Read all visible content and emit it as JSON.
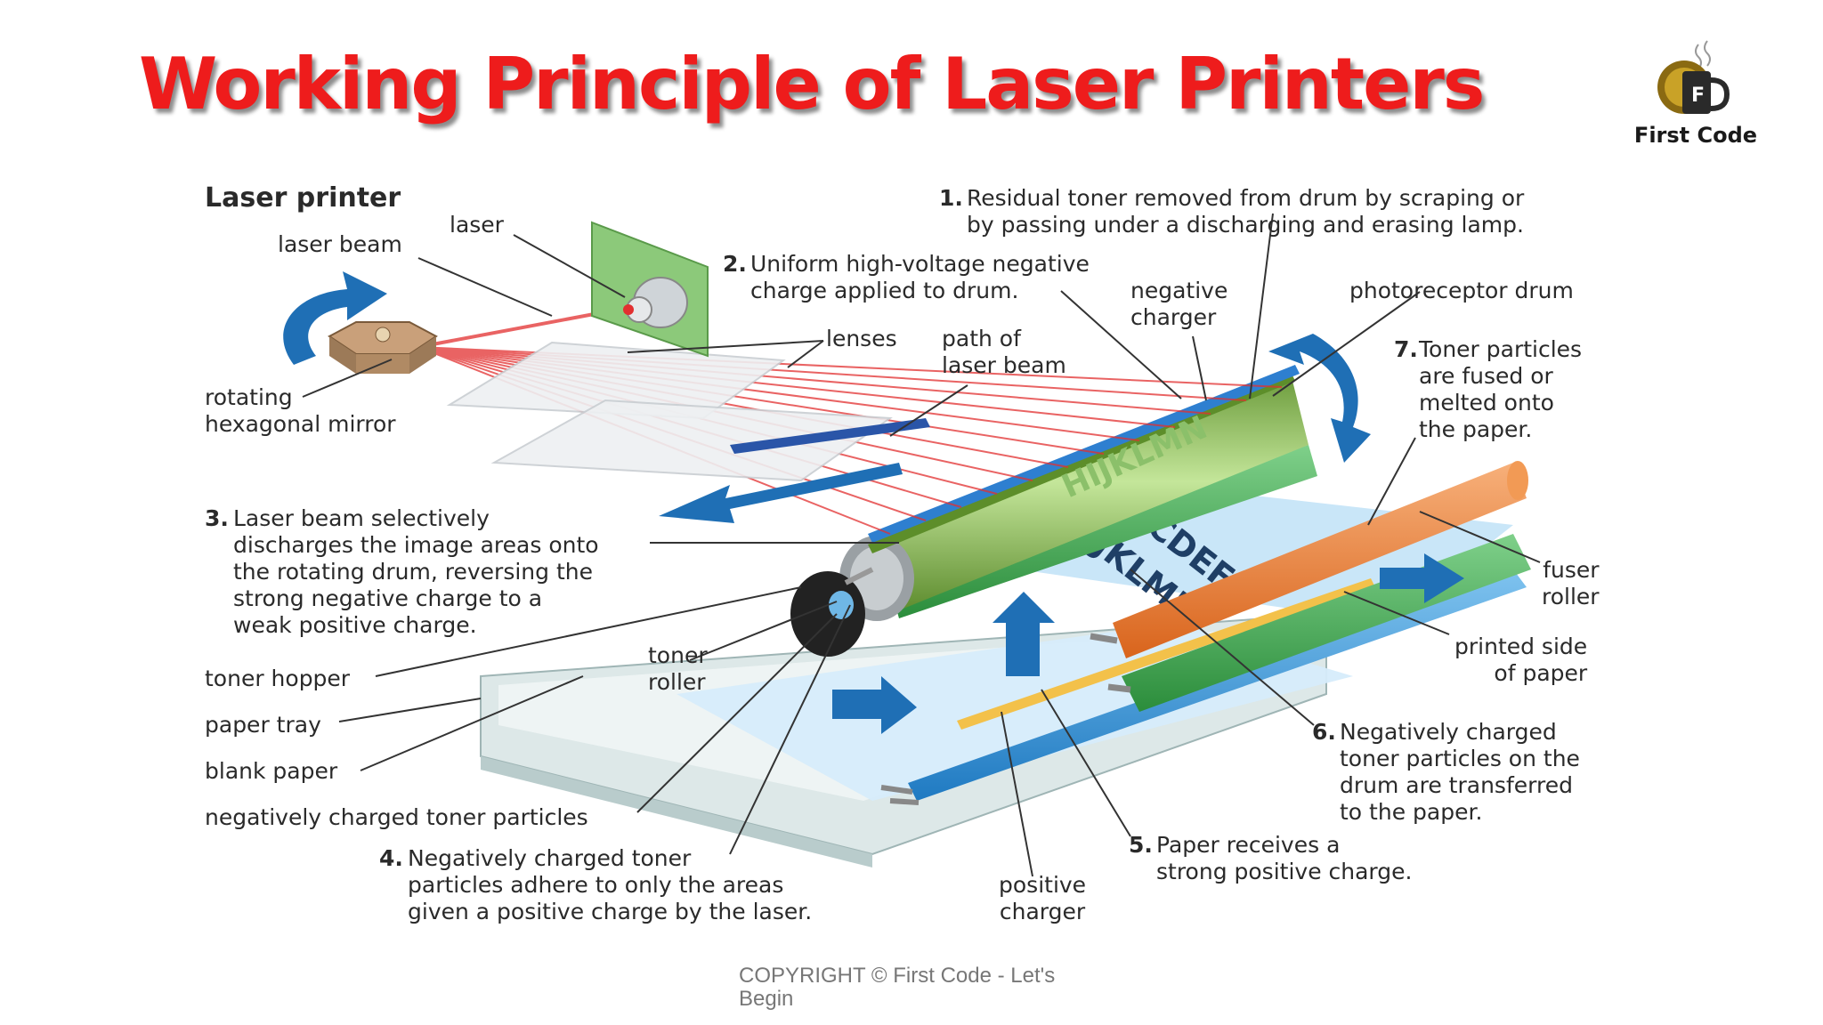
{
  "title": "Working Principle of Laser Printers",
  "logo": {
    "text": "First Code",
    "letter": "F",
    "icon": "coffee-cup-icon"
  },
  "diagram": {
    "heading": "Laser printer",
    "labels": {
      "laser": "laser",
      "laser_beam": "laser beam",
      "rotating_mirror": "rotating\nhexagonal mirror",
      "lenses": "lenses",
      "path_of_beam": "path of\nlaser beam",
      "negative_charger": "negative\ncharger",
      "photoreceptor_drum": "photoreceptor drum",
      "toner_hopper": "toner hopper",
      "paper_tray": "paper tray",
      "blank_paper": "blank paper",
      "toner_particles": "negatively charged toner particles",
      "toner_roller": "toner\nroller",
      "fuser_roller": "fuser\nroller",
      "printed_side": "printed side\nof paper",
      "positive_charger": "positive\ncharger"
    },
    "paper_letters": [
      "ABCDEFG",
      "HIJKLMN"
    ],
    "steps": [
      {
        "num": "1.",
        "text": "Residual toner removed from drum by scraping or\nby passing under a discharging and erasing lamp."
      },
      {
        "num": "2.",
        "text": "Uniform high-voltage negative\ncharge applied to drum."
      },
      {
        "num": "3.",
        "text": "Laser beam selectively\ndischarges the image areas onto\nthe rotating drum, reversing the\nstrong negative charge to a\nweak positive charge."
      },
      {
        "num": "4.",
        "text": "Negatively charged toner\nparticles adhere to only the areas\ngiven a positive charge by the laser."
      },
      {
        "num": "5.",
        "text": "Paper receives a\nstrong positive charge."
      },
      {
        "num": "6.",
        "text": "Negatively charged\ntoner particles on the\ndrum are transferred\nto the paper."
      },
      {
        "num": "7.",
        "text": "Toner particles\nare fused or\nmelted onto\nthe paper."
      }
    ]
  },
  "copyright": "COPYRIGHT © First Code - Let's Begin",
  "colors": {
    "title": "#ee1c1c",
    "drum": "#a9d47a",
    "arrow": "#1f6fb5",
    "fuser": "#f08a3c",
    "paper": "#cfe8f8"
  }
}
